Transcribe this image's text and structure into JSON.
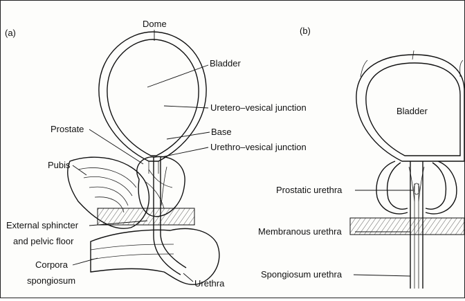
{
  "panels": {
    "a": "(a)",
    "b": "(b)"
  },
  "labels_a": {
    "dome": "Dome",
    "bladder": "Bladder",
    "uretero_vesical": "Uretero–vesical junction",
    "base": "Base",
    "urethro_vesical": "Urethro–vesical junction",
    "prostate": "Prostate",
    "pubis": "Pubis",
    "external_sphincter_line1": "External sphincter",
    "external_sphincter_line2": "and pelvic floor",
    "corpora_line1": "Corpora",
    "corpora_line2": "spongiosum",
    "urethra": "Urethra"
  },
  "labels_b": {
    "bladder": "Bladder",
    "prostatic_urethra": "Prostatic urethra",
    "membranous_urethra": "Membranous urethra",
    "spongiosum_urethra": "Spongiosum urethra"
  }
}
